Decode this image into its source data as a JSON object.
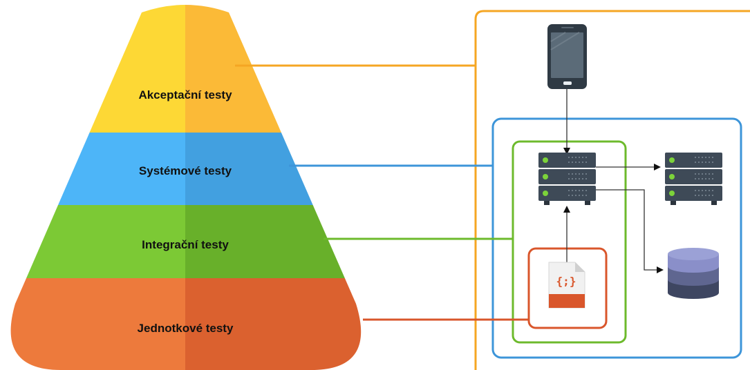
{
  "colors": {
    "acceptance": "#F5A623",
    "system": "#3D95D9",
    "integration": "#6DBA2C",
    "unit": "#D9562B",
    "server_body": "#3E4A57",
    "database_top": "#8A8FC9",
    "database_mid": "#5F6690",
    "database_bottom": "#3E4661"
  },
  "pyramid": {
    "tiers": [
      {
        "key": "acceptance",
        "label": "Akceptační testy",
        "color_light": "#FDD835",
        "color_dark": "#FBBA37",
        "line_color": "#F5A623"
      },
      {
        "key": "system",
        "label": "Systémové testy",
        "color_light": "#4DB5F8",
        "color_dark": "#42A0E0",
        "line_color": "#3D95D9"
      },
      {
        "key": "integration",
        "label": "Integrační testy",
        "color_light": "#7CC935",
        "color_dark": "#68B02A",
        "line_color": "#6DBA2C"
      },
      {
        "key": "unit",
        "label": "Jednotkové testy",
        "color_light": "#ED7A3C",
        "color_dark": "#DB612F",
        "line_color": "#D9562B"
      }
    ]
  },
  "icons": {
    "phone": "smartphone-icon",
    "server": "server-rack-icon",
    "database": "database-icon",
    "code_file": "code-file-icon",
    "code_glyph": "{;}"
  }
}
